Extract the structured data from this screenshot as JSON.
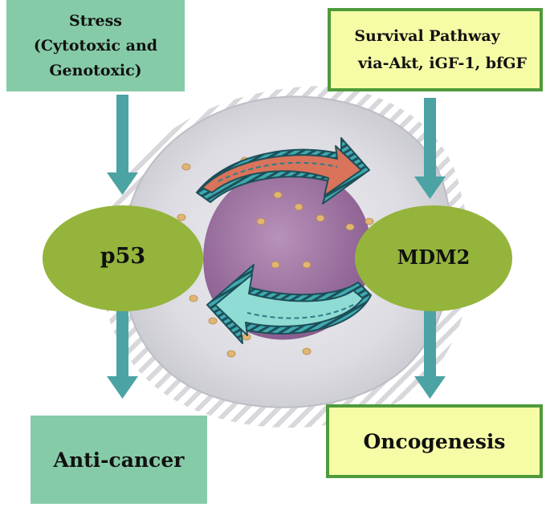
{
  "stress_box": {
    "lines": [
      "Stress",
      "(Cytotoxic and",
      "Genotoxic)"
    ]
  },
  "survival_box": {
    "lines": [
      "Survival Pathway",
      "via-Akt, iGF-1, bfGF"
    ]
  },
  "p53": {
    "label": "p53"
  },
  "mdm2": {
    "label": "MDM2"
  },
  "anticancer_box": {
    "label": "Anti-cancer"
  },
  "oncogenesis_box": {
    "label": "Oncogenesis"
  },
  "colors": {
    "stress_fill": "#86cba8",
    "survival_fill": "#f6fca6",
    "survival_border": "#4f9a3a",
    "oval_fill": "#95b43c",
    "arrow_teal": "#4ba3a3",
    "cycle_orange": "#d9735a",
    "cycle_cyan": "#8fdcd4",
    "nucleus": "#a77aa8",
    "cell": "#d9d9de"
  }
}
